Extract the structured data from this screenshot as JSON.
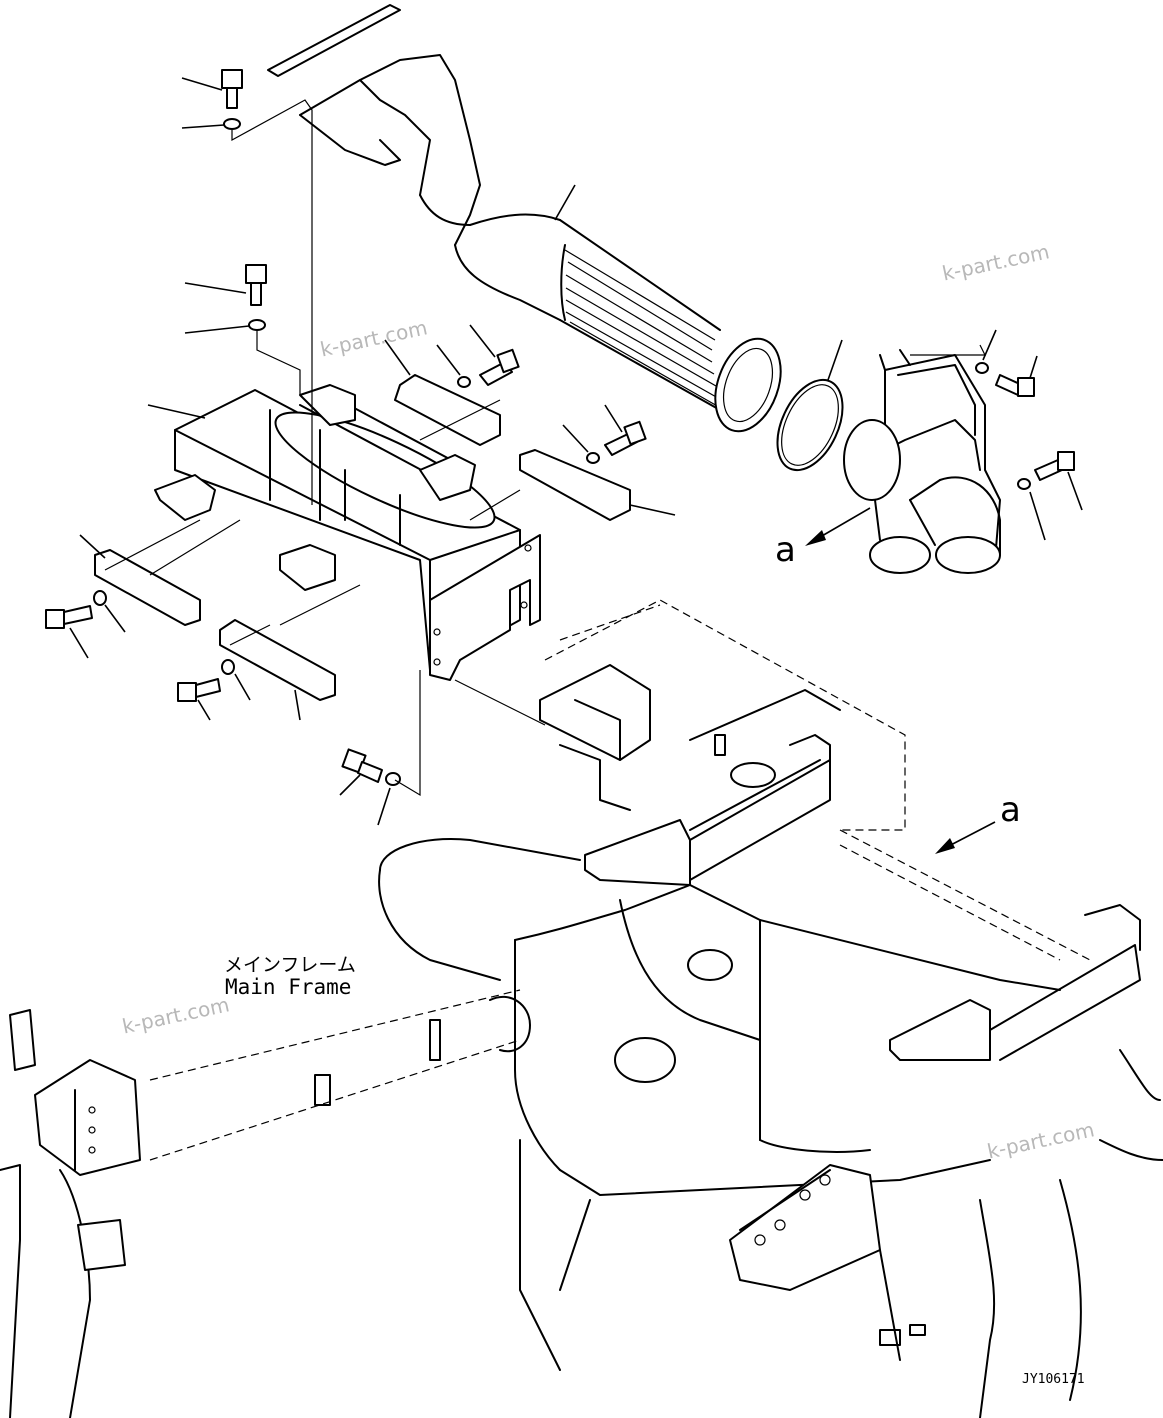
{
  "labels": {
    "main_frame_jp": "メインフレーム",
    "main_frame_en": "Main Frame",
    "ref_a": "a",
    "drawing_id": "JY106171"
  },
  "watermarks": [
    "k-part.com",
    "k-part.com",
    "k-part.com",
    "k-part.com"
  ],
  "colors": {
    "line": "#000000",
    "background": "#ffffff",
    "watermark": "#b8b8b8"
  }
}
